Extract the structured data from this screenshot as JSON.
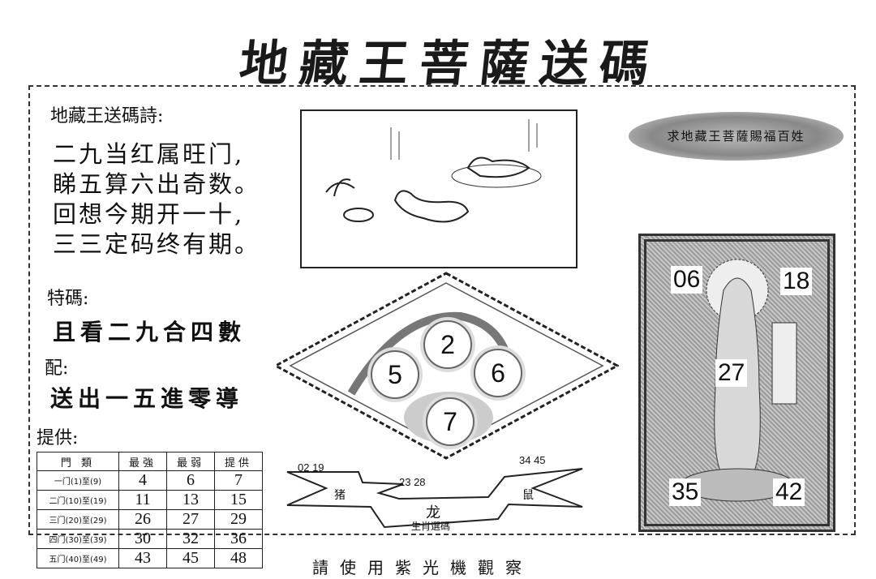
{
  "title": "地藏王菩薩送碼",
  "poem": {
    "heading": "地藏王送碼詩:",
    "lines": [
      "二九当红属旺门,",
      "睇五算六出奇数。",
      "回想今期开一十,",
      "三三定码终有期。"
    ]
  },
  "special": {
    "label": "特碼:",
    "text": "且看二九合四數"
  },
  "match": {
    "label": "配:",
    "text": "送出一五進零導"
  },
  "provider_label": "提供:",
  "table": {
    "headers": [
      "門 類",
      "最強",
      "最弱",
      "提供"
    ],
    "rows": [
      {
        "label": "一门(1)至(9)",
        "values": [
          "4",
          "6",
          "7"
        ]
      },
      {
        "label": "二门(10)至(19)",
        "values": [
          "11",
          "13",
          "15"
        ]
      },
      {
        "label": "三门(20)至(29)",
        "values": [
          "26",
          "27",
          "29"
        ]
      },
      {
        "label": "四门(30)至(39)",
        "values": [
          "30",
          "32",
          "36"
        ]
      },
      {
        "label": "五门(40)至(49)",
        "values": [
          "43",
          "45",
          "48"
        ]
      }
    ]
  },
  "diamond_balls": [
    "2",
    "5",
    "6",
    "7"
  ],
  "ribbon": {
    "left_numbers": "02 19",
    "left_animal": "猪",
    "center_numbers": "23 28",
    "right_numbers": "34 45",
    "right_animal": "鼠",
    "center_animal": "龙",
    "caption": "生肖選碼"
  },
  "banner": "求地藏王菩薩賜福百姓",
  "card_numbers": [
    "06",
    "18",
    "27",
    "35",
    "42"
  ],
  "footer": "請使用紫光機觀察"
}
